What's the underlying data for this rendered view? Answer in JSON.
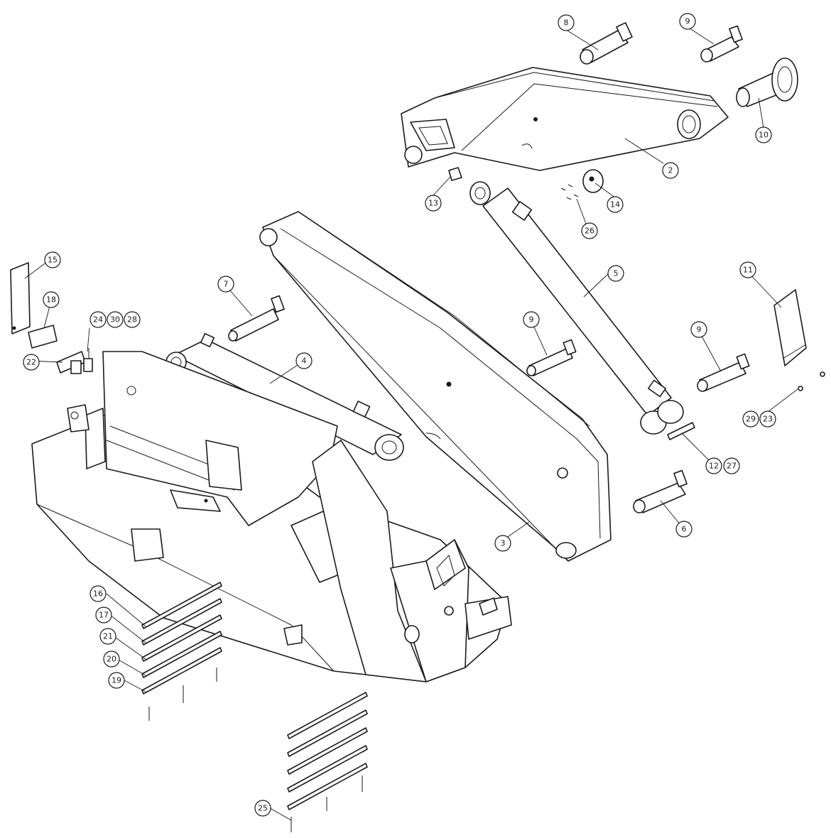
{
  "callouts": [
    {
      "id": "c2",
      "label": "2"
    },
    {
      "id": "c3",
      "label": "3"
    },
    {
      "id": "c4",
      "label": "4"
    },
    {
      "id": "c5",
      "label": "5"
    },
    {
      "id": "c6",
      "label": "6"
    },
    {
      "id": "c7",
      "label": "7"
    },
    {
      "id": "c8",
      "label": "8"
    },
    {
      "id": "c9a",
      "label": "9"
    },
    {
      "id": "c9b",
      "label": "9"
    },
    {
      "id": "c9c",
      "label": "9"
    },
    {
      "id": "c10",
      "label": "10"
    },
    {
      "id": "c11",
      "label": "11"
    },
    {
      "id": "c12",
      "label": "12"
    },
    {
      "id": "c13",
      "label": "13"
    },
    {
      "id": "c14",
      "label": "14"
    },
    {
      "id": "c15",
      "label": "15"
    },
    {
      "id": "c16",
      "label": "16"
    },
    {
      "id": "c17",
      "label": "17"
    },
    {
      "id": "c18",
      "label": "18"
    },
    {
      "id": "c19",
      "label": "19"
    },
    {
      "id": "c20",
      "label": "20"
    },
    {
      "id": "c21",
      "label": "21"
    },
    {
      "id": "c22",
      "label": "22"
    },
    {
      "id": "c24",
      "label": "24"
    },
    {
      "id": "c25",
      "label": "25"
    },
    {
      "id": "c26",
      "label": "26"
    },
    {
      "id": "c27a",
      "label": "27"
    },
    {
      "id": "c27b",
      "label": "27"
    },
    {
      "id": "c28",
      "label": "28"
    },
    {
      "id": "c29",
      "label": "29"
    },
    {
      "id": "c30",
      "label": "30"
    }
  ]
}
